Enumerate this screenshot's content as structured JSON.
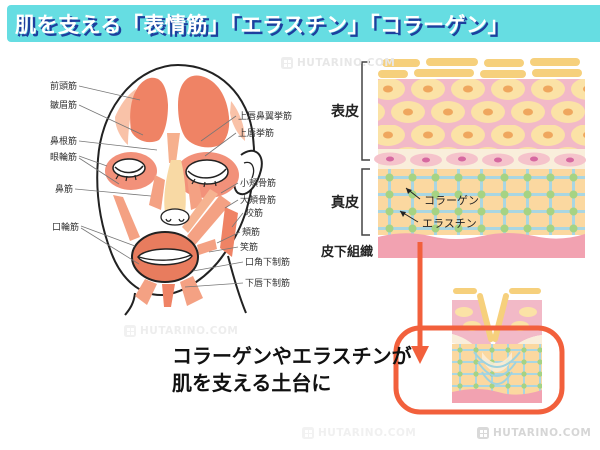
{
  "title": "肌を支える「表情筋」「エラスチン」「コラーゲン」",
  "face_diagram": {
    "left_labels": [
      "前頭筋",
      "皺眉筋",
      "鼻根筋",
      "眼輪筋",
      "鼻筋",
      "口輪筋"
    ],
    "right_labels": [
      "上唇鼻翼挙筋",
      "上唇挙筋",
      "小頬骨筋",
      "大頬骨筋",
      "咬筋",
      "頬筋",
      "笑筋",
      "口角下制筋",
      "下唇下制筋"
    ]
  },
  "skin_diagram": {
    "layer_labels": [
      "表皮",
      "真皮",
      "皮下組織"
    ],
    "annotations": [
      "コラーゲン",
      "エラスチン"
    ]
  },
  "caption": {
    "line1": "コラーゲンやエラスチンが",
    "line2": "肌を支える土台に"
  },
  "watermark": {
    "text": "HUTARINO.COM"
  },
  "colors": {
    "banner_bg": "#66dde2",
    "banner_text": "#ffffff",
    "banner_shadow": "#1d3f9e",
    "accent_orange": "#f2603c",
    "muscle_coral": "#ef8365",
    "epidermis_pink": "#f2b9c7",
    "cell_yellow": "#fbe2a6",
    "dermis_peach": "#fbd8a0",
    "grid_blue": "#a9d6e2",
    "dot_green": "#a6d383",
    "subcutis_pink": "#f2a2b1"
  }
}
